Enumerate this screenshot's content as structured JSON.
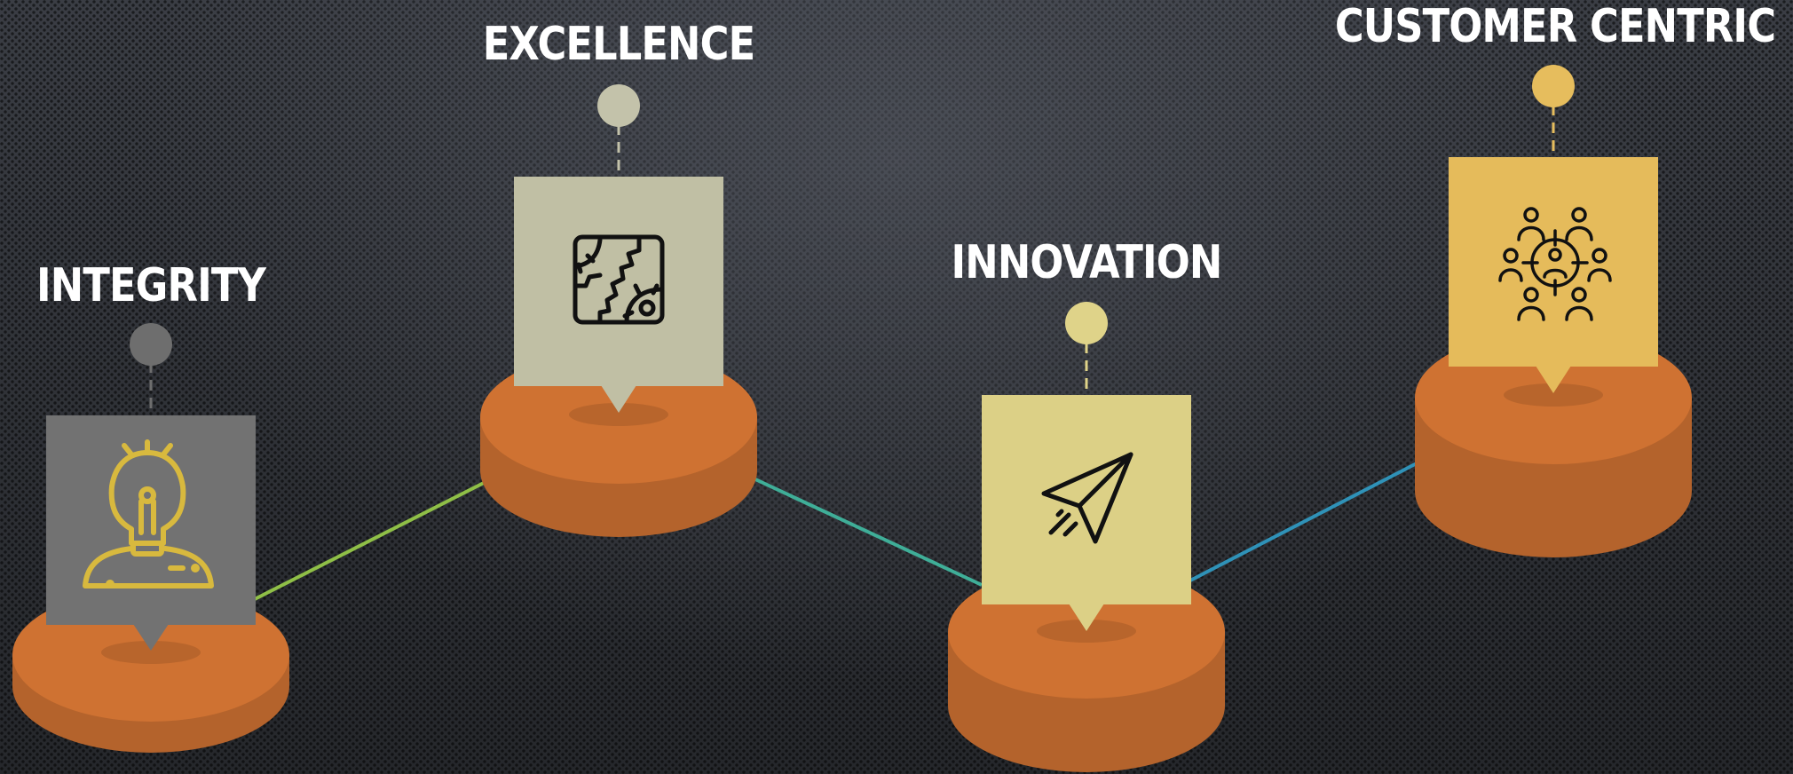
{
  "stages": [
    {
      "id": "integrity",
      "title": "INTEGRITY",
      "icon": "person-lightbulb-icon",
      "card_color": "#727272",
      "dot_color": "#6e6e6e",
      "icon_color": "#d8b93e"
    },
    {
      "id": "excellence",
      "title": "EXCELLENCE",
      "icon": "gears-icon",
      "card_color": "#c0bfa4",
      "dot_color": "#c3c2aa",
      "icon_color": "#111111"
    },
    {
      "id": "innovation",
      "title": "INNOVATION",
      "icon": "paper-plane-icon",
      "card_color": "#dcd086",
      "dot_color": "#dfd389",
      "icon_color": "#111111"
    },
    {
      "id": "customer-centric",
      "title": "CUSTOMER CENTRIC",
      "icon": "target-audience-icon",
      "card_color": "#e5bb5b",
      "dot_color": "#e6bd5d",
      "icon_color": "#111111"
    }
  ],
  "connectors": [
    {
      "from": "integrity",
      "to": "excellence",
      "color": "#8fbf47"
    },
    {
      "from": "excellence",
      "to": "innovation",
      "color": "#3fae98"
    },
    {
      "from": "innovation",
      "to": "customer-centric",
      "color": "#2f92b8"
    }
  ],
  "platform_colors": {
    "top": "#cf7232",
    "side": "#b4632c",
    "shadow": "#b8652c"
  }
}
